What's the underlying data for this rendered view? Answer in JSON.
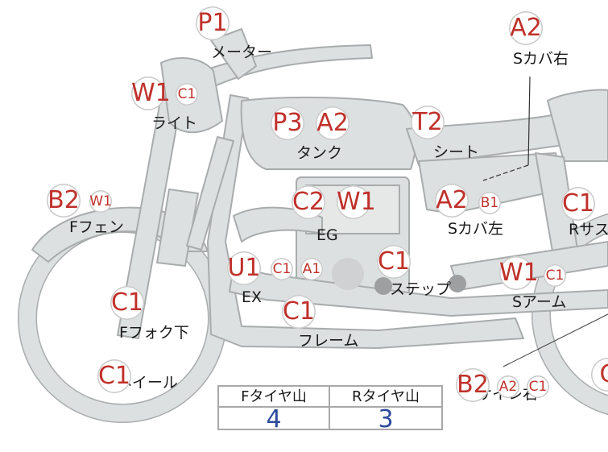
{
  "parts": [
    {
      "id": "meter",
      "label": "メーター",
      "codes": [
        "P1"
      ]
    },
    {
      "id": "light",
      "label": "ライト",
      "codes": [
        "W1",
        "C1"
      ]
    },
    {
      "id": "tank",
      "label": "タンク",
      "codes": [
        "P3",
        "A2"
      ]
    },
    {
      "id": "seat",
      "label": "シート",
      "codes": [
        "T2"
      ]
    },
    {
      "id": "side-cover-right",
      "label": "Sカバ右",
      "codes": [
        "A2"
      ]
    },
    {
      "id": "front-fender",
      "label": "Fフェン",
      "codes": [
        "B2",
        "W1"
      ]
    },
    {
      "id": "engine",
      "label": "EG",
      "codes": [
        "C2",
        "W1"
      ]
    },
    {
      "id": "side-cover-left",
      "label": "Sカバ左",
      "codes": [
        "A2",
        "B1"
      ]
    },
    {
      "id": "rear-suspension",
      "label": "Rサス",
      "codes": [
        "C1"
      ]
    },
    {
      "id": "exhaust",
      "label": "EX",
      "codes": [
        "U1",
        "C1",
        "A1"
      ]
    },
    {
      "id": "step",
      "label": "ステップ",
      "codes": [
        "C1"
      ]
    },
    {
      "id": "swing-arm",
      "label": "Sアーム",
      "codes": [
        "W1",
        "C1"
      ]
    },
    {
      "id": "front-fork",
      "label": "Fフォク下",
      "codes": [
        "C1"
      ]
    },
    {
      "id": "frame",
      "label": "フレーム",
      "codes": [
        "C1"
      ]
    },
    {
      "id": "front-wheel",
      "label": "Fホイール",
      "codes": [
        "C1"
      ]
    },
    {
      "id": "muffler-right",
      "label": "サイレ右",
      "codes": [
        "B2",
        "A2",
        "C1"
      ]
    },
    {
      "id": "rear-wheel",
      "label": "",
      "codes": [
        "C"
      ]
    }
  ],
  "tire_table": {
    "headers": [
      "Fタイヤ山",
      "Rタイヤ山"
    ],
    "values": [
      "4",
      "3"
    ]
  },
  "colors": {
    "code_text": "#c0312b",
    "tire_value": "#2e4a9e",
    "bike_fill": "#dde0e0",
    "bike_stroke": "#a9acad"
  }
}
